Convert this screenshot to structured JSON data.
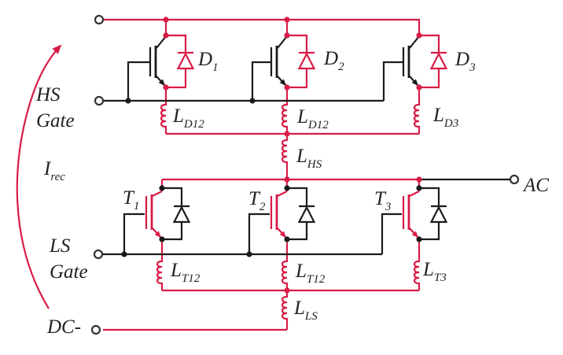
{
  "figure": {
    "type": "circuit-schematic",
    "description": "IGBT half-bridge power module schematic with three paralleled high-side freewheeling diodes, three paralleled low-side IGBTs and parasitic stray inductances; reverse-recovery current path highlighted in red"
  },
  "colors": {
    "highlight_red": "#d81c46",
    "wire_black": "#1b1b1b",
    "terminal_outline": "#333333",
    "text": "#222222",
    "background": "#ffffff"
  },
  "labels": {
    "hs_gate": {
      "line1": "HS",
      "line2": "Gate"
    },
    "ls_gate": {
      "line1": "LS",
      "line2": "Gate"
    },
    "i_rec": {
      "main": "I",
      "sub": "rec"
    },
    "dc_minus": "DC-",
    "ac": "AC",
    "diodes": {
      "d1": {
        "main": "D",
        "sub": "1"
      },
      "d2": {
        "main": "D",
        "sub": "2"
      },
      "d3": {
        "main": "D",
        "sub": "3"
      }
    },
    "igbts": {
      "t1": {
        "main": "T",
        "sub": "1"
      },
      "t2": {
        "main": "T",
        "sub": "2"
      },
      "t3": {
        "main": "T",
        "sub": "3"
      }
    },
    "inductors": {
      "ld12_left": {
        "main": "L",
        "sub": "D12"
      },
      "ld12_mid": {
        "main": "L",
        "sub": "D12"
      },
      "ld3": {
        "main": "L",
        "sub": "D3"
      },
      "lhs": {
        "main": "L",
        "sub": "HS"
      },
      "lt12_left": {
        "main": "L",
        "sub": "T12"
      },
      "lt12_mid": {
        "main": "L",
        "sub": "T12"
      },
      "lt3": {
        "main": "L",
        "sub": "T3"
      },
      "lls": {
        "main": "L",
        "sub": "LS"
      }
    }
  },
  "terminals": {
    "top_bus": "",
    "hs_gate_bus": "HS Gate",
    "ls_gate_bus": "LS Gate",
    "dc_minus": "DC-",
    "ac_output": "AC"
  }
}
